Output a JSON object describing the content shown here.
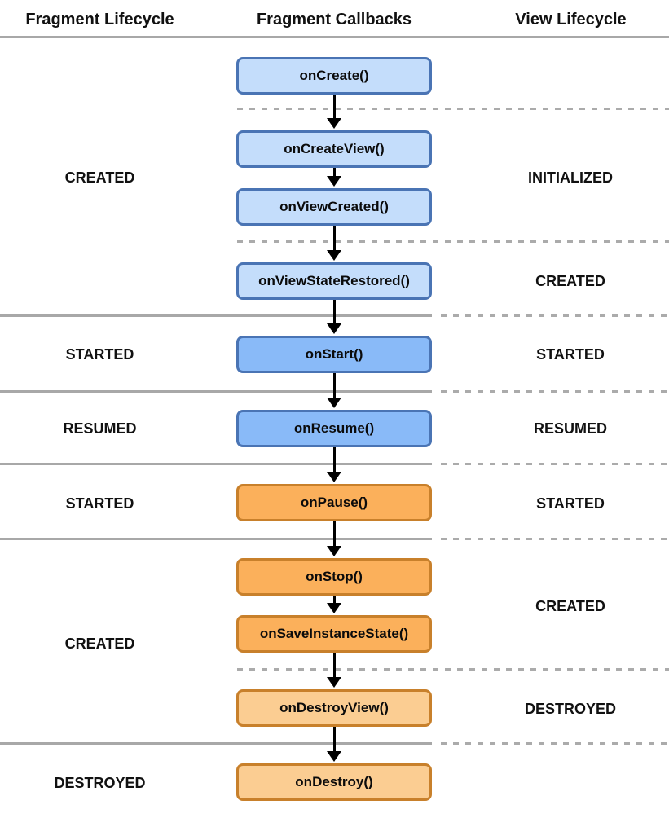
{
  "headers": {
    "fragment_lifecycle": "Fragment Lifecycle",
    "fragment_callbacks": "Fragment Callbacks",
    "view_lifecycle": "View Lifecycle"
  },
  "callbacks": [
    {
      "label": "onCreate()",
      "color": "light-blue"
    },
    {
      "label": "onCreateView()",
      "color": "light-blue"
    },
    {
      "label": "onViewCreated()",
      "color": "light-blue"
    },
    {
      "label": "onViewStateRestored()",
      "color": "light-blue"
    },
    {
      "label": "onStart()",
      "color": "blue"
    },
    {
      "label": "onResume()",
      "color": "blue"
    },
    {
      "label": "onPause()",
      "color": "orange"
    },
    {
      "label": "onStop()",
      "color": "orange"
    },
    {
      "label": "onSaveInstanceState()",
      "color": "orange"
    },
    {
      "label": "onDestroyView()",
      "color": "light-orange"
    },
    {
      "label": "onDestroy()",
      "color": "light-orange"
    }
  ],
  "fragment_states": [
    {
      "label": "CREATED"
    },
    {
      "label": "STARTED"
    },
    {
      "label": "RESUMED"
    },
    {
      "label": "STARTED"
    },
    {
      "label": "CREATED"
    },
    {
      "label": "DESTROYED"
    }
  ],
  "view_states": [
    {
      "label": "INITIALIZED"
    },
    {
      "label": "CREATED"
    },
    {
      "label": "STARTED"
    },
    {
      "label": "RESUMED"
    },
    {
      "label": "STARTED"
    },
    {
      "label": "CREATED"
    },
    {
      "label": "DESTROYED"
    }
  ],
  "palette": {
    "light_blue_fill": "#C4DDFB",
    "blue_fill": "#89BAF8",
    "blue_border": "#4A74B4",
    "orange_fill": "#FBB05B",
    "light_orange_fill": "#FBCD92",
    "orange_border": "#C8802B",
    "divider_gray": "#A8A8A8",
    "text_color": "#0B0B0B",
    "background": "#FFFFFF"
  }
}
